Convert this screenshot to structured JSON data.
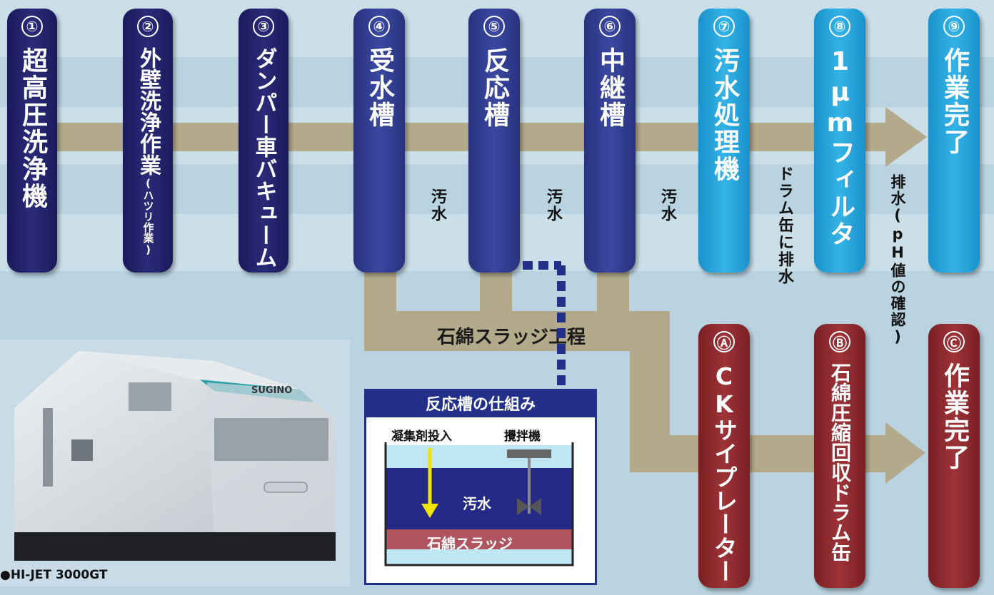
{
  "steps": [
    {
      "num": "①",
      "label": "超高圧洗浄機",
      "note": ""
    },
    {
      "num": "②",
      "label": "外壁洗浄作業",
      "note": "(ハツリ作業)"
    },
    {
      "num": "③",
      "label": "ダンパー車バキューム",
      "note": ""
    },
    {
      "num": "④",
      "label": "受水槽",
      "note": ""
    },
    {
      "num": "⑤",
      "label": "反応槽",
      "note": ""
    },
    {
      "num": "⑥",
      "label": "中継槽",
      "note": ""
    },
    {
      "num": "⑦",
      "label": "汚水処理機",
      "note": ""
    },
    {
      "num": "⑧",
      "label": "1μmフィルタ",
      "note": ""
    },
    {
      "num": "⑨",
      "label": "作業完了",
      "note": ""
    }
  ],
  "sludge_steps": [
    {
      "num": "Ⓐ",
      "label": "CKサイプレーター"
    },
    {
      "num": "Ⓑ",
      "label": "石綿圧縮回収ドラム缶"
    },
    {
      "num": "Ⓒ",
      "label": "作業完了"
    }
  ],
  "flow_labels": {
    "dirty_water_1": "汚水",
    "dirty_water_2": "汚水",
    "dirty_water_3": "汚水",
    "drum_drain": "ドラム缶に排水",
    "drain_ph": "排水(pH値の確認)"
  },
  "sludge_process": "石綿スラッジ工程",
  "reactor_box": {
    "title": "反応槽の仕組み",
    "coagulant": "凝集剤投入",
    "stirrer": "攪拌機",
    "water": "汚水",
    "sludge": "石綿スラッジ"
  },
  "machine": {
    "caption": "●HI-JET 3000GT",
    "brand": "SUGINO"
  },
  "colors": {
    "navy": "#1b1a5c",
    "blue": "#2a3990",
    "cyan": "#2aa6dc",
    "red": "#8a2a2e",
    "arrow": "#b3aa8c",
    "background": "#b9d3e0"
  }
}
